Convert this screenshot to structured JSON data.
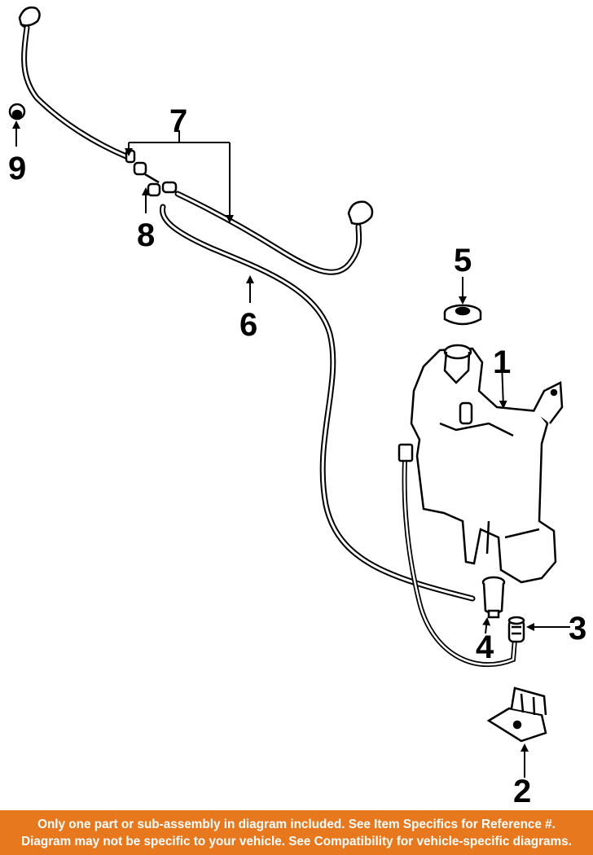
{
  "callouts": {
    "c1": "1",
    "c2": "2",
    "c3": "3",
    "c4": "4",
    "c5": "5",
    "c6": "6",
    "c7": "7",
    "c8": "8",
    "c9": "9"
  },
  "banner": {
    "line1": "Only one part or sub-assembly in diagram included. See Item Specifics for Reference #.",
    "line2": "Diagram may not be specific to your vehicle. See Compatibility for vehicle-specific diagrams."
  },
  "colors": {
    "banner_bg": "#e8781e",
    "banner_text": "#ffffff",
    "ink": "#000000"
  }
}
